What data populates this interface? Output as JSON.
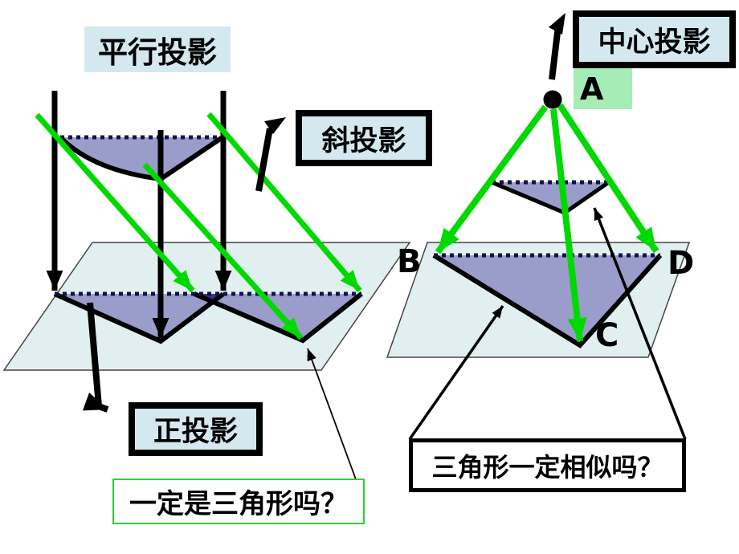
{
  "slide": {
    "labels": {
      "parallel": "平行投影",
      "center": "中心投影",
      "oblique": "斜投影",
      "ortho": "正投影",
      "question_triangle": "一定是三角形吗？",
      "question_similar": "三角形一定相似吗？"
    },
    "points": {
      "a": "A",
      "b": "B",
      "c": "C",
      "d": "D"
    },
    "colors": {
      "ray_green": "#00d900",
      "triangle_fill": "#9a9cc9",
      "triangle_overlap": "#333399",
      "plane_fill": "#e2eff1",
      "plane_edge": "#444444",
      "label_bg": "#d4e9ef",
      "point_a_bg": "#a5ecb6",
      "question_border": "#2ed32e",
      "ink": "#000000"
    }
  }
}
